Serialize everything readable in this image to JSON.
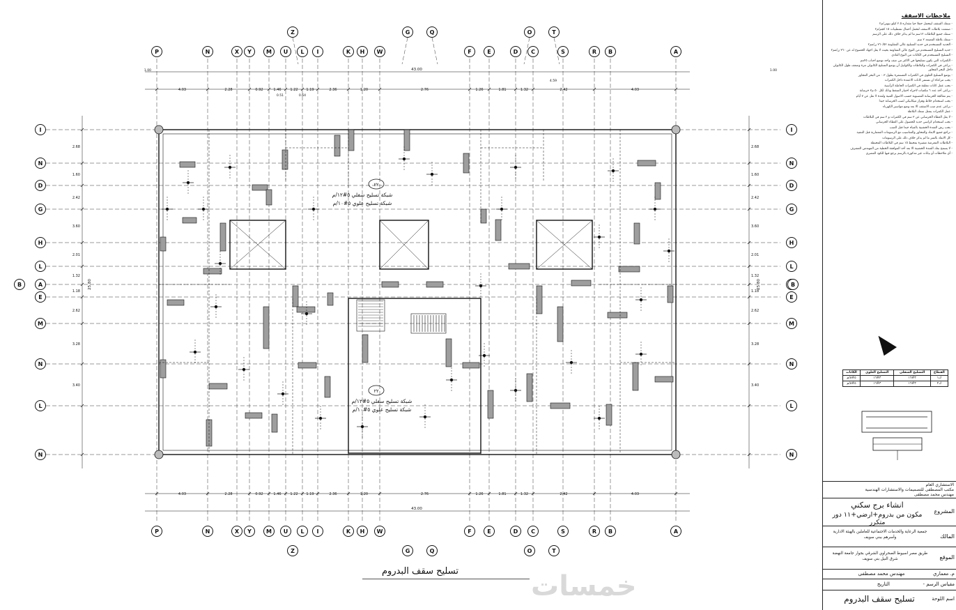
{
  "drawing": {
    "grid_top": [
      "P",
      "N",
      "X",
      "Y",
      "M",
      "U",
      "L",
      "I",
      "K",
      "H",
      "W",
      "F",
      "E",
      "D",
      "C",
      "S",
      "R",
      "B",
      "A"
    ],
    "grid_top_outer": [
      "Z",
      "G",
      "Q",
      "O",
      "T"
    ],
    "grid_side": [
      "I",
      "N",
      "D",
      "G",
      "H",
      "L",
      "A",
      "E",
      "M",
      "N",
      "L",
      "N"
    ],
    "grid_side_outer": "B",
    "dims_top": [
      "4.03",
      "2.28",
      "0.92",
      "1.46",
      "1.22",
      "1.19",
      "2.36",
      "1.20",
      "2.76",
      "1.26",
      "1.81",
      "1.32",
      "2.42",
      "4.03"
    ],
    "overall_width": "43.00",
    "overall_height": "25.80",
    "dims_side": [
      "2.68",
      "1.60",
      "2.42",
      "3.60",
      "2.01",
      "1.32",
      "1.18",
      "2.62",
      "3.28",
      "3.40"
    ],
    "dim_extra": [
      "1.00",
      "0.51",
      "0.64",
      "4.59",
      "1.00"
    ],
    "slab_note_1": "شبكة تسليح سفلي ٥#١٢/م",
    "slab_note_1b": "شبكة تسليح علوي ٥#١٠/م",
    "slab_note_2": "شبكة تسليح سفلي ٥#١٢/م",
    "slab_note_2b": "شبكة تسليح علوي ٥#١٠/م",
    "slab_id": "٢٢",
    "sheet_title": "تسليح سقف البدروم"
  },
  "notes": {
    "title": "ملاحظات الاسقف",
    "items": [
      "- سمك السقف ليتحمل حملا حيا مقداره ٢.٥ كيلو نيوتن/م٢",
      "- صممت بلاطات الاسقف لتحمل أحمال تشطيبات ١٥ كجم/م٢",
      "- سمك جميع البلاطات ١٢سم ما لم يذكر خلاف ذلك على الرسم",
      "- سمك بلاطة المصعد ٢ سم",
      "- الحديد المستخدم في حديد التسليح عالي المقاومة ٣٦٠/٥٢ ن/مم٢",
      "- حديد التسليح المستخدم من النوع عالي المقاومة بحيث لا يقل اجهاد الخضوع له عن ٣٦٠ ن/مم٢",
      "- التسليح المستخدم في الكانات من النوع العادي",
      "- الكمرات التي يكون تسليحها في الاكثر من صف واحد توضع اجناب ٢٥مم",
      "- يراعى في الكمرات والبلاطات والكوابيل أن يوضع التسليح الكابولي مرة وضعف طول الكابولي داخل البحر المجاور",
      "- يوضع التسليح العلوي في الكمرات المستمرة بطول ٠.٣ من البحر المجاور",
      "- يجب مراعاة ان تستمر كانات الاعمدة داخل الكمرات",
      "- يجب عمل كانات مغلقة في الكمرات الحاملة الرأسية",
      "- يراعى أخذ عدد ٦ مكعبات لاجراء اختبار الضغط وذلك لكل ٥٠ م٣ خرسانة",
      "- يتم معالجة الخرسانة المصبوبة حسب الاصول الفنية ولمدة لا تقل عن ٧ أيام",
      "- يجب استخدام خلاط وهزاز ميكانيكي لصب الخرسانة جيدا",
      "- يراعى عدم صب الاسقف الا بعد وضع مواسير الكهرباء",
      "- عمل الكمرات يتمثل سمك البلاطة",
      "- لا يقل الغطاء الخرساني عن ٣ سم في الكمرات و ٢ سم في البلاطات",
      "- يجب استخدام كراسي حديد للحصول على الغطاء الخرساني",
      "- يجب رش الشدة الخشبية بالمياه جيدا قبل الصب",
      "- تراجع جميع الابعاد والمحاور والمناسيب مع الرسومات المعمارية قبل التنفيذ",
      "- كل الابعاد بالمتر ما لم يذكر خلاف ذلك على الرسومات",
      "- البلاطات المعرضة مشيرة بمحيط ١٥ سم في البلاطات المحيطة",
      "- لا يسمح بفك الشدة الخشبية الا بعد أخذ الموافقة الخطية من المهندس المشرف",
      "- أي ملاحظات أو بيانات غير مذكورة بالرسم يرجع فيها للكود المصري"
    ]
  },
  "beam_table": {
    "headers": [
      "القطاع",
      "التسليح السفلي",
      "التسليح العلوي",
      "الكانات"
    ],
    "rows": [
      [
        "ك١",
        "٣#١٦",
        "٣#١٦",
        "٥#٨/م"
      ],
      [
        "ك٢",
        "٣#١٦",
        "٣#١٦",
        "٥#٨/م"
      ]
    ]
  },
  "title_block": {
    "consultant_label": "الاستشاري العام",
    "consultant_1": "مكتب المصطفى للتصميمات والاستشارات الهندسية",
    "consultant_2": "مهندس محمد مصطفى",
    "project_label": "المشروع",
    "project_1": "انشاء برج سكني",
    "project_2": "مكون من بدروم+ارضي+١١ دور متكرر",
    "owner_label": "المالك",
    "owner": "جمعية الرعاية والخدمات الاجتماعية للعاملين بالهيئة الادارية وأسرهم ببني سويف",
    "location_label": "الموقع",
    "location": "طريق مصر اسيوط الصحراوي الشرقي بجوار جامعة النهضة شرق النيل بني سويف",
    "architect_label": "م. معماري",
    "architect": "مهندس محمد مصطفى",
    "scale_label": "مقياس الرسم -",
    "date_label": "التاريخ",
    "sheet_label": "اسم اللوحة",
    "sheet_name": "تسليح سقف البدروم"
  },
  "watermark": "خمسات"
}
